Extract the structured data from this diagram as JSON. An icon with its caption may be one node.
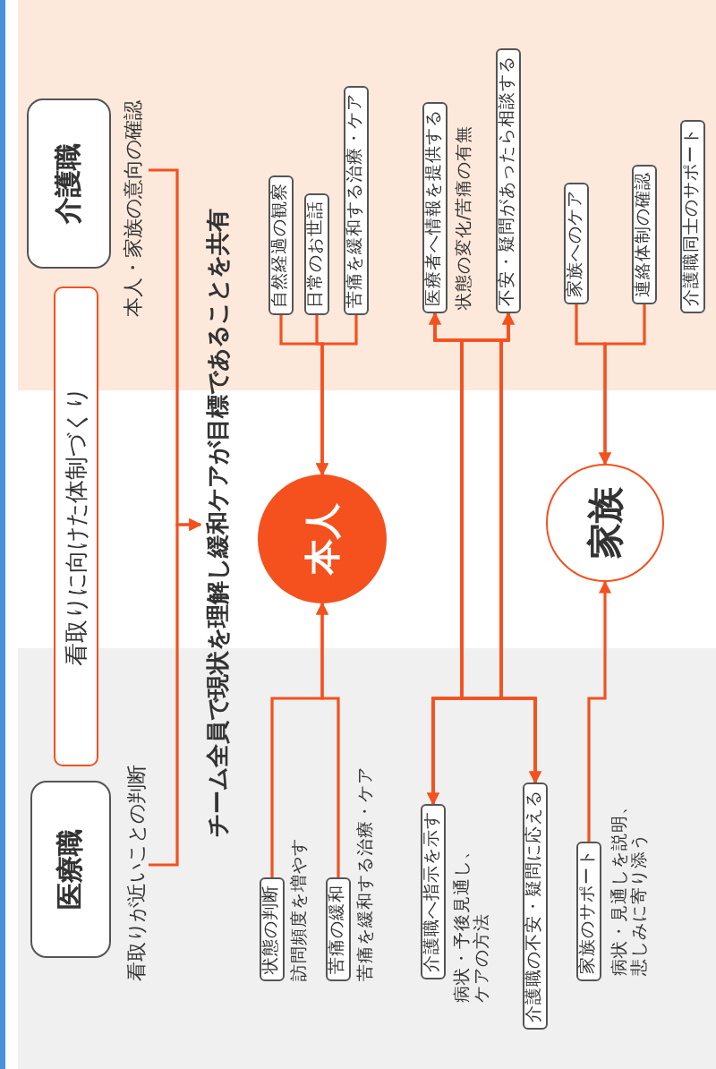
{
  "diagram": {
    "nodes": [
      {
        "text": [
          "医療職"
        ]
      },
      {
        "text": [
          "看取りに向けた体制づくり"
        ]
      },
      {
        "text": [
          "介護職"
        ]
      },
      {
        "text": [
          "看取りが近いことの判断"
        ]
      },
      {
        "text": [
          "本人・家族の意向の確認"
        ]
      },
      {
        "text": [
          "チーム全員で現状を理解し緩和ケアが目標であることを共有"
        ]
      },
      {
        "text": [
          "状態の判断"
        ],
        "beside": [
          "訪問頻度を増やす"
        ]
      },
      {
        "text": [
          "苦痛の緩和"
        ],
        "beside": [
          "苦痛を緩和する治療・ケア"
        ]
      },
      {
        "text": [
          "本人"
        ]
      },
      {
        "text": [
          "自然経過の観察"
        ]
      },
      {
        "text": [
          "日常のお世話"
        ]
      },
      {
        "text": [
          "苦痛を緩和する治療・ケア"
        ]
      },
      {
        "text": [
          "介護職へ指示を示す"
        ],
        "beside": [
          "病状・予後見通し、ケアの方法"
        ]
      },
      {
        "text": [
          "介護職の不安・疑問に応える"
        ]
      },
      {
        "text": [
          "医療者へ情報を提供する"
        ],
        "beside": [
          "状態の変化/苦痛の有無"
        ]
      },
      {
        "text": [
          "不安・疑問があったら相談する"
        ]
      },
      {
        "text": [
          "家族のサポート"
        ],
        "beside": [
          "病状・見通しを説明、悲しみに寄り添う"
        ]
      },
      {
        "text": [
          "家族"
        ]
      },
      {
        "text": [
          "家族へのケア"
        ]
      },
      {
        "text": [
          "連絡体制の確認"
        ]
      },
      {
        "text": [
          "介護職同士のサポート"
        ]
      }
    ],
    "edges": [
      {
        "from": 3,
        "to": 5,
        "arrow": "to"
      },
      {
        "from": 4,
        "to": 5,
        "arrow": "to"
      },
      {
        "from": 6,
        "to": 8,
        "arrow": "to"
      },
      {
        "from": 7,
        "to": 8,
        "arrow": "to"
      },
      {
        "from": 9,
        "to": 8,
        "arrow": "to"
      },
      {
        "from": 10,
        "to": 8,
        "arrow": "to"
      },
      {
        "from": 11,
        "to": 8,
        "arrow": "to"
      },
      {
        "from": 12,
        "to": 14,
        "arrow": "to"
      },
      {
        "from": 12,
        "to": 15,
        "arrow": "to"
      },
      {
        "from": 13,
        "to": 14,
        "arrow": "to"
      },
      {
        "from": 13,
        "to": 15,
        "arrow": "to"
      },
      {
        "from": 14,
        "to": 12,
        "arrow": "to"
      },
      {
        "from": 14,
        "to": 13,
        "arrow": "to"
      },
      {
        "from": 15,
        "to": 12,
        "arrow": "to"
      },
      {
        "from": 15,
        "to": 13,
        "arrow": "to"
      },
      {
        "from": 16,
        "to": 17,
        "arrow": "to"
      },
      {
        "from": 18,
        "to": 17,
        "arrow": "to"
      },
      {
        "from": 19,
        "to": 17,
        "arrow": "to"
      }
    ]
  }
}
